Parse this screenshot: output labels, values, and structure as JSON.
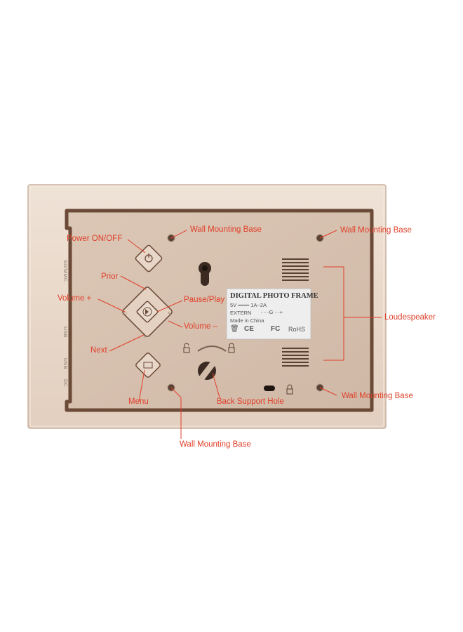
{
  "image": {
    "description_colors": {
      "frame_outer": "#e9d8ca",
      "frame_inner": "#d9c3b2",
      "border_dark": "#6b4a38",
      "annotation": "#e0402a"
    }
  },
  "side_ports": [
    "SD/MMC",
    "USB",
    "USB",
    "DC"
  ],
  "sticker": {
    "title": "DIGITAL PHOTO FRAME",
    "rating": "5V ═══ 1A~2A",
    "extern": "EXTERN",
    "origin": "Made in China",
    "marks": [
      "CE",
      "FC",
      "RoHS"
    ]
  },
  "callouts": {
    "wall_top_left": "Wall Mounting Base",
    "wall_top_right": "Wall Mounting Base",
    "power": "Power ON/OFF",
    "prior": "Prior",
    "volume_plus": "Volume +",
    "pause_play": "Pause/Play",
    "volume_minus": "Volume –",
    "loudspeaker": "Loudespeaker",
    "next": "Next",
    "menu": "Menu",
    "back_support": "Back Support Hole",
    "wall_bottom_right": "Wall Mounting Base",
    "wall_bottom": "Wall Mounting Base"
  }
}
